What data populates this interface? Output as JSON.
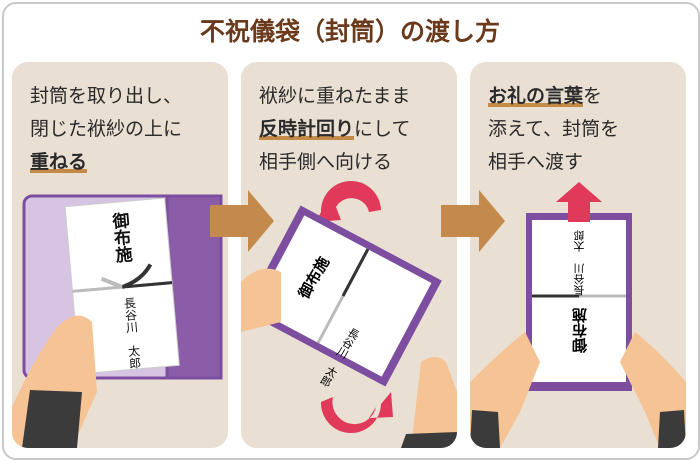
{
  "title": "不祝儀袋（封筒）の渡し方",
  "steps": [
    {
      "lines": [
        "封筒を取り出し、",
        "閉じた袱紗の上に"
      ],
      "emphasis": "重ねる",
      "after": ""
    },
    {
      "line1": "袱紗に重ねたまま",
      "emphasis": "反時計回り",
      "after": "にして",
      "line3": "相手側へ向ける"
    },
    {
      "emphasis": "お礼の言葉",
      "after": "を",
      "line2": "添えて、封筒を",
      "line3": "相手へ渡す"
    }
  ],
  "envelope": {
    "front": "御布施",
    "name": "長谷川　太郎"
  },
  "colors": {
    "title": "#6b3a1c",
    "panel": "#e9dfd3",
    "underline": "#c48a48",
    "purple": "#7d4ea0",
    "arrow_red": "#e0395a",
    "arrow_brown": "#c38a4b"
  }
}
